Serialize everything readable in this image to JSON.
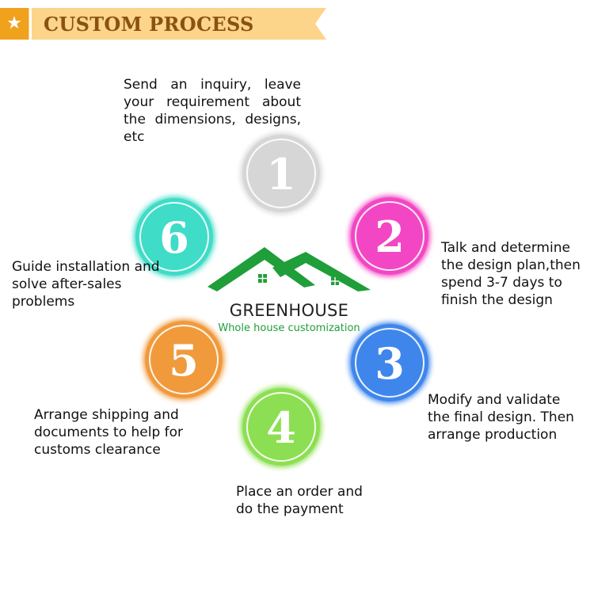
{
  "header": {
    "title": "CUSTOM PROCESS",
    "star_icon": "star-icon",
    "colors": {
      "banner": "#fcd48a",
      "star_bg": "#f0a21c",
      "title": "#8a5212"
    }
  },
  "logo": {
    "name": "GREENHOUSE",
    "tagline": "Whole house customization",
    "icon": "house-roof-icon",
    "colors": {
      "roof": "#1f9e3a",
      "name": "#222222",
      "tagline": "#1f9e3a"
    }
  },
  "steps": [
    {
      "number": "1",
      "color": "#d6d6d6",
      "text": "Send an inquiry, leave your requirement about the dimensions, designs, etc"
    },
    {
      "number": "2",
      "color": "#f346c4",
      "text": "Talk and determine the design plan,then spend 3-7 days to finish the design"
    },
    {
      "number": "3",
      "color": "#3f86ec",
      "text": "Modify and validate the final design. Then arrange production"
    },
    {
      "number": "4",
      "color": "#8cdf52",
      "text": "Place an order and do the payment"
    },
    {
      "number": "5",
      "color": "#f09a3c",
      "text": "Arrange shipping and documents to help for customs clearance"
    },
    {
      "number": "6",
      "color": "#3fdcc7",
      "text": "Guide installation and solve after-sales problems"
    }
  ]
}
